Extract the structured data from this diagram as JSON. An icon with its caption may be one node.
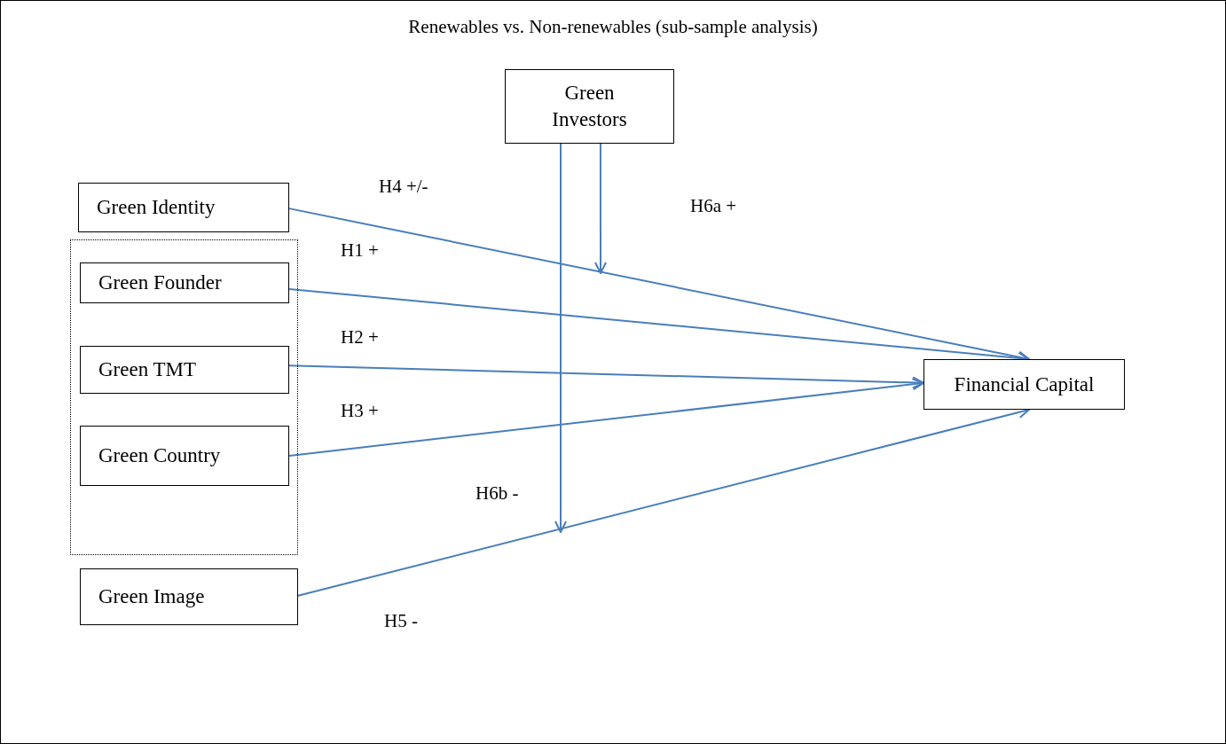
{
  "diagram": {
    "title": "Renewables vs. Non-renewables (sub-sample analysis)",
    "nodes": [
      {
        "text": [
          "Green Investors"
        ]
      },
      {
        "text": [
          "Green Identity"
        ]
      },
      {
        "text": [],
        "shape": "box"
      },
      {
        "text": [
          "Green Founder"
        ],
        "in": 2
      },
      {
        "text": [
          "Green TMT"
        ],
        "in": 2
      },
      {
        "text": [
          "Green Country"
        ],
        "in": 2
      },
      {
        "text": [
          "Green Image"
        ]
      },
      {
        "text": [
          "Financial Capital"
        ]
      }
    ],
    "edges": [
      {
        "from": 1,
        "to": 7,
        "arrow": "to",
        "label": "H4 +/-"
      },
      {
        "from": 3,
        "to": 7,
        "arrow": "to",
        "label": "H1 +"
      },
      {
        "from": 4,
        "to": 7,
        "arrow": "to",
        "label": "H2 +"
      },
      {
        "from": 5,
        "to": 7,
        "arrow": "to",
        "label": "H3 +"
      },
      {
        "from": 6,
        "to": 7,
        "arrow": "to",
        "label": "H5 -"
      },
      {
        "from": 0,
        "to": null,
        "arrow": "to",
        "label": "H6a +"
      },
      {
        "from": 0,
        "to": null,
        "arrow": "to",
        "label": "H6b -"
      }
    ]
  }
}
